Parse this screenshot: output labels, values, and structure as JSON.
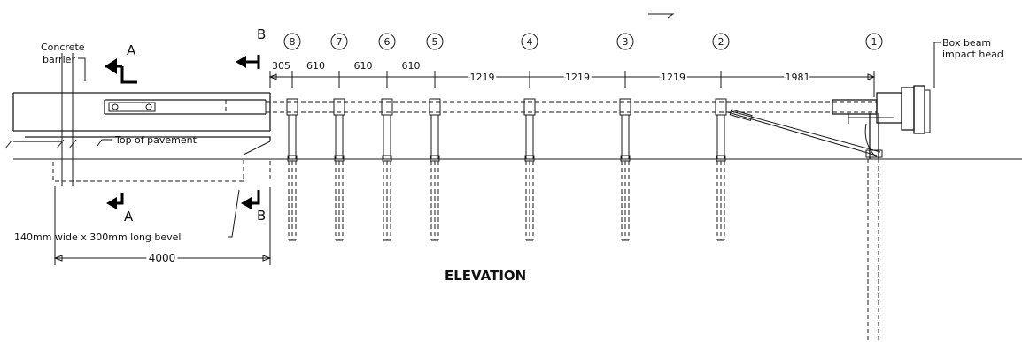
{
  "title": "ELEVATION",
  "labels": {
    "concrete_barrier_line1": "Concrete",
    "concrete_barrier_line2": "barrier",
    "top_of_pavement": "Top of pavement",
    "bevel": "140mm wide x 300mm long bevel",
    "impact_head_line1": "Box beam",
    "impact_head_line2": "impact head"
  },
  "sections": [
    {
      "id": "A",
      "label": "A"
    },
    {
      "id": "B",
      "label": "B"
    }
  ],
  "posts": [
    "8",
    "7",
    "6",
    "5",
    "4",
    "3",
    "2",
    "1"
  ],
  "dimensions": {
    "spacings": [
      "305",
      "610",
      "610",
      "610",
      "1219",
      "1219",
      "1219",
      "1981"
    ],
    "overall": "4000"
  }
}
